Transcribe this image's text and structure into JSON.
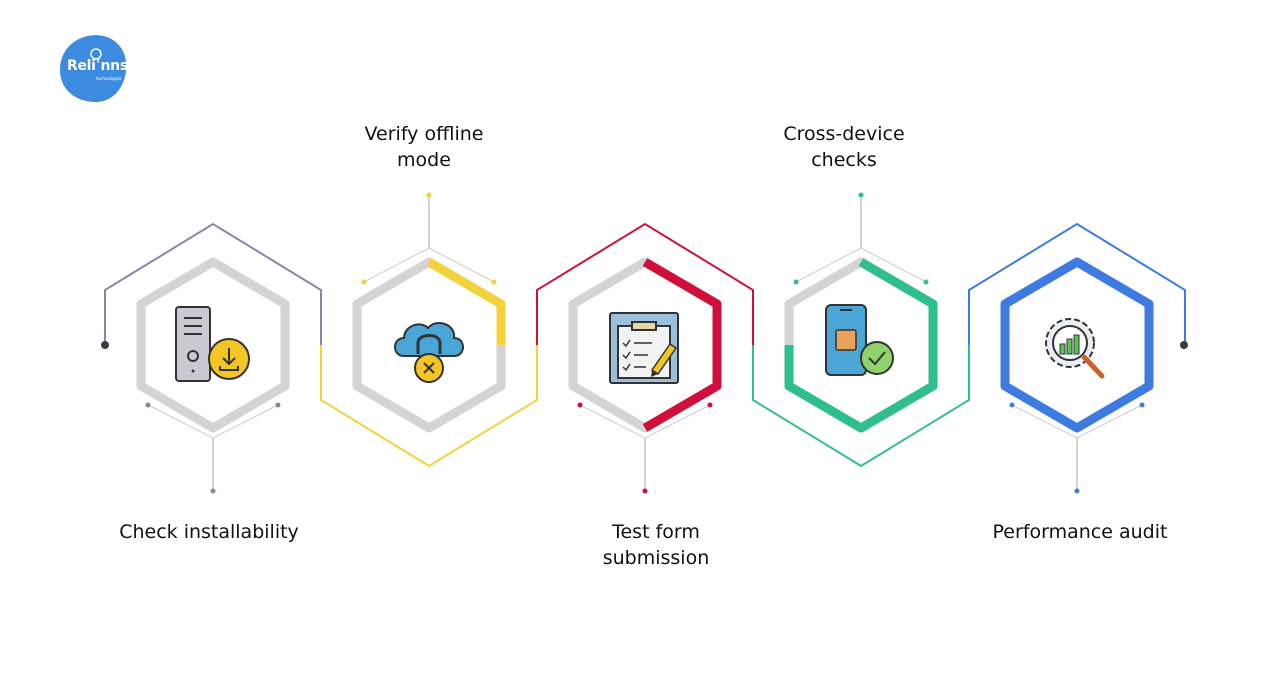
{
  "logo": {
    "text": "Reliʿnns",
    "subtext": "technologies",
    "color": "#3d8be0"
  },
  "steps": [
    {
      "label": "Check installability",
      "icon": "server-download-icon",
      "accent": "#8c84a8",
      "ring": "#cfcfcf"
    },
    {
      "label": "Verify offline\nmode",
      "icon": "cloud-lock-icon",
      "accent": "#f3d23c",
      "ring": "#cfcfcf"
    },
    {
      "label": "Test form\nsubmission",
      "icon": "clipboard-checklist-icon",
      "accent": "#d0103a",
      "ring": "#cfcfcf"
    },
    {
      "label": "Cross-device\nchecks",
      "icon": "phone-check-icon",
      "accent": "#2fbf8a",
      "ring": "#cfcfcf"
    },
    {
      "label": "Performance audit",
      "icon": "gear-chart-magnifier-icon",
      "accent": "#3d7be0",
      "ring": "#3d7be0"
    }
  ]
}
